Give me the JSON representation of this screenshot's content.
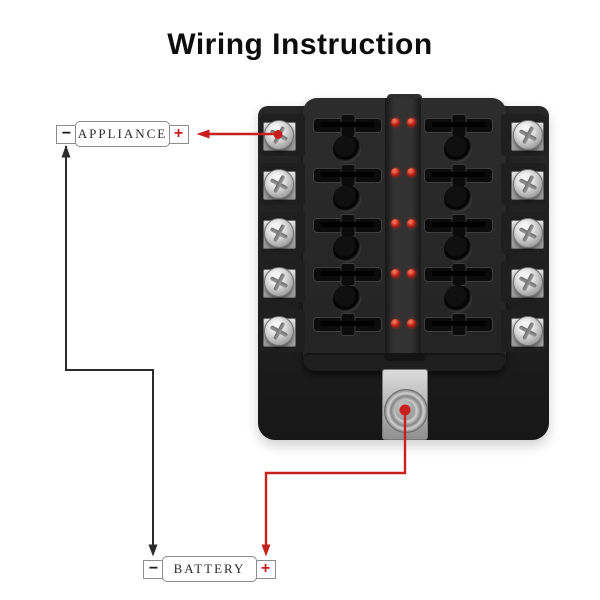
{
  "title": "Wiring Instruction",
  "colors": {
    "accent_red": "#c8201e",
    "wire_black": "#2b2b2b",
    "led_red": "#c32b1f",
    "plastic_black": "#232323",
    "metal_silver": "#c9c9c9"
  },
  "appliance_label": {
    "minus": "−",
    "name": "APPLIANCE",
    "plus": "+"
  },
  "battery_label": {
    "minus": "−",
    "name": "BATTERY",
    "plus": "+"
  },
  "fuse_block": {
    "fuse_rows": 5,
    "fuse_columns": 2,
    "fuse_holes_per_column": 4,
    "led_pairs": 5,
    "leds_per_pair": 2,
    "terminals_per_side": 5,
    "sides": [
      "left",
      "right"
    ]
  }
}
